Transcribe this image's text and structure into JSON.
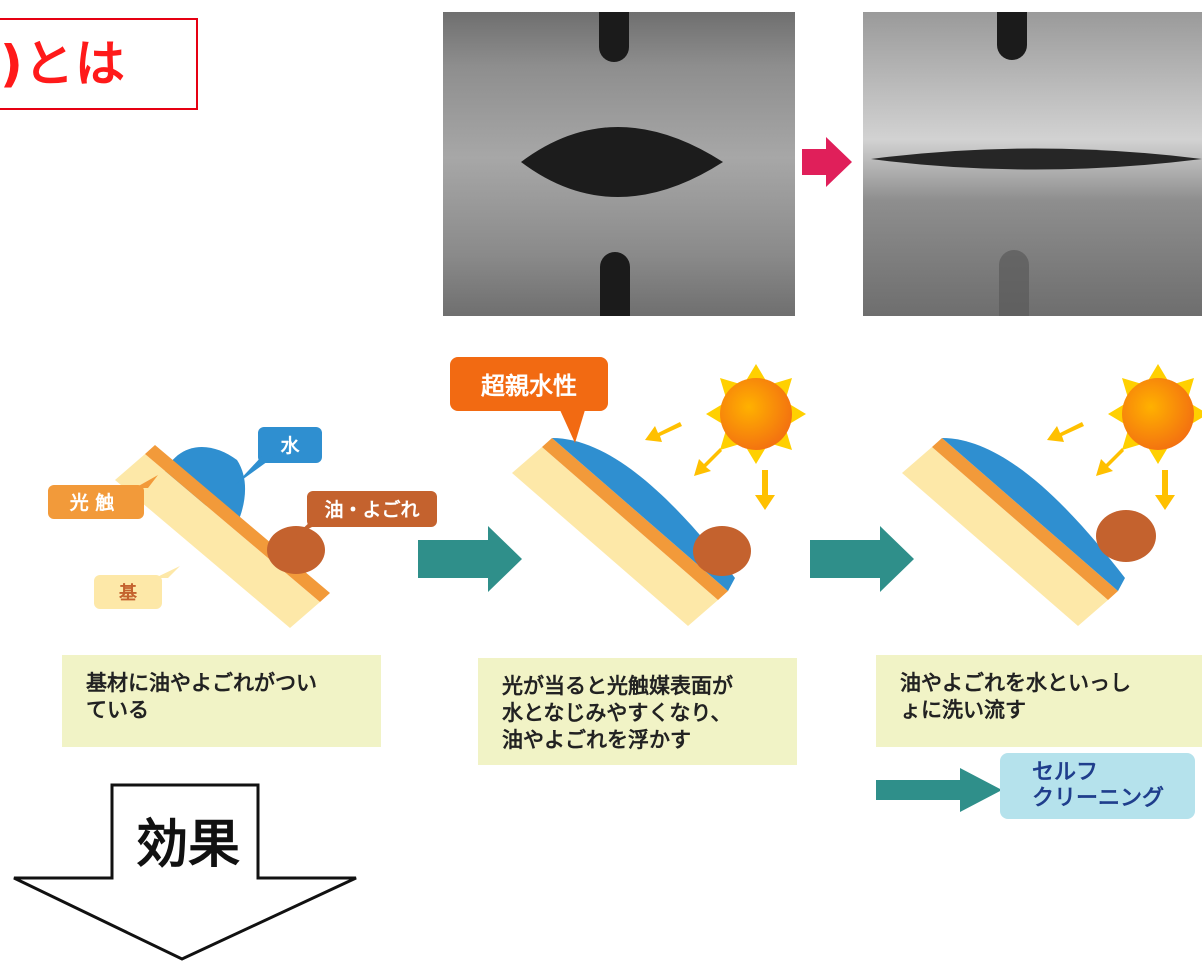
{
  "title": ")とは",
  "effect_label": "効果",
  "labels": {
    "water": "水",
    "photocatalyst": "光 触",
    "oil_dirt": "油・よごれ",
    "substrate": "基",
    "superhydrophilic": "超親水性",
    "self_cleaning_line1": "セルフ",
    "self_cleaning_line2": "クリーニング"
  },
  "captions": [
    "基材に油やよごれがつい\nている",
    "光が当ると光触媒表面が\n水となじみやすくなり、\n油やよごれを浮かす",
    "油やよごれを水といっし\nょに洗い流す"
  ],
  "colors": {
    "title_red": "#ff1a1a",
    "arrow_teal": "#2f8f8a",
    "photo_arrow_pink": "#e01f5a",
    "water_blue": "#2f8fd0",
    "substrate_yellow": "#fde8a8",
    "photocatalyst_orange": "#f29a3a",
    "dirt_brown": "#c4622e",
    "superhydrophilic_orange": "#f26a12",
    "self_cleaning_bg": "#b5e2ec"
  }
}
